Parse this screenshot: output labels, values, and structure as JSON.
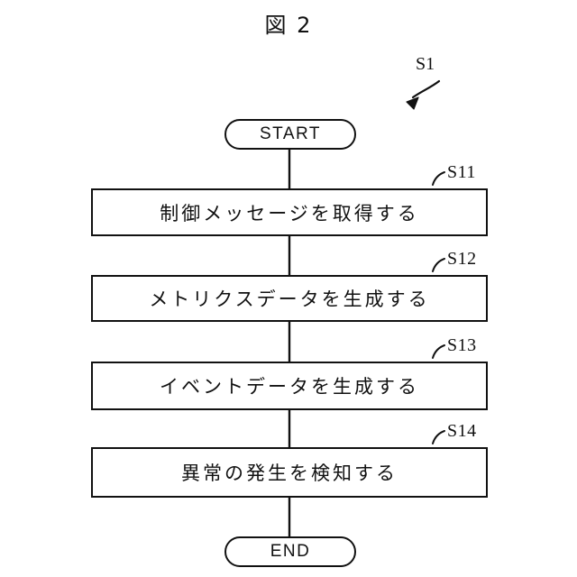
{
  "figure": {
    "title": "図 2",
    "overall_ref": "S1"
  },
  "nodes": [
    {
      "id": "start",
      "type": "terminator",
      "label": "START",
      "ref": ""
    },
    {
      "id": "s11",
      "type": "process",
      "label": "制御メッセージを取得する",
      "ref": "S11"
    },
    {
      "id": "s12",
      "type": "process",
      "label": "メトリクスデータを生成する",
      "ref": "S12"
    },
    {
      "id": "s13",
      "type": "process",
      "label": "イベントデータを生成する",
      "ref": "S13"
    },
    {
      "id": "s14",
      "type": "process",
      "label": "異常の発生を検知する",
      "ref": "S14"
    },
    {
      "id": "end",
      "type": "terminator",
      "label": "END",
      "ref": ""
    }
  ],
  "colors": {
    "stroke": "#111111",
    "background": "#ffffff",
    "text": "#111111"
  }
}
